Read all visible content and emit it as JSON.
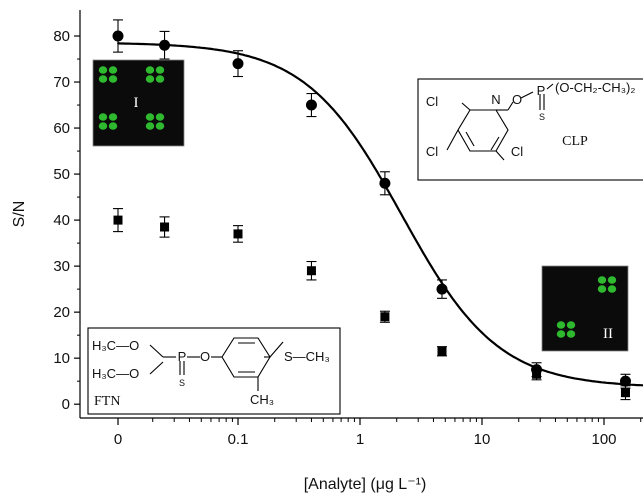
{
  "chart_data": {
    "type": "scatter",
    "xlabel": "[Analyte] (μg L⁻¹)",
    "ylabel": "S/N",
    "x_scale": "log",
    "x_ticks": [
      "0",
      "0.1",
      "1",
      "10",
      "100"
    ],
    "y_ticks": [
      "0",
      "10",
      "20",
      "30",
      "40",
      "50",
      "60",
      "70",
      "80"
    ],
    "ylim": [
      -3,
      85
    ],
    "grid": false,
    "series": [
      {
        "marker": "circle",
        "points": [
          {
            "x": "0",
            "y": 80,
            "err": 3.5
          },
          {
            "x": 0.025,
            "y": 78,
            "err": 3.0
          },
          {
            "x": 0.1,
            "y": 74,
            "err": 2.8
          },
          {
            "x": 0.4,
            "y": 65,
            "err": 2.5
          },
          {
            "x": 1.6,
            "y": 48,
            "err": 2.5
          },
          {
            "x": 4.7,
            "y": 25,
            "err": 2.0
          },
          {
            "x": 28,
            "y": 7.5,
            "err": 1.5
          },
          {
            "x": 150,
            "y": 5,
            "err": 1.5
          }
        ]
      },
      {
        "marker": "square",
        "points": [
          {
            "x": "0",
            "y": 40,
            "err": 2.5
          },
          {
            "x": 0.025,
            "y": 38.5,
            "err": 2.2
          },
          {
            "x": 0.1,
            "y": 37,
            "err": 1.8
          },
          {
            "x": 0.4,
            "y": 29,
            "err": 2.0
          },
          {
            "x": 1.6,
            "y": 19,
            "err": 1.2
          },
          {
            "x": 4.7,
            "y": 11.5,
            "err": 1.0
          },
          {
            "x": 28,
            "y": 6.5,
            "err": 1.2
          },
          {
            "x": 150,
            "y": 2.5,
            "err": 1.5
          }
        ]
      }
    ],
    "fit_curve": {
      "top": 78.6,
      "bottom": 3.6,
      "ec50": 2.2,
      "hill": 1.1
    },
    "insets": {
      "image_I": {
        "label": "I"
      },
      "image_II": {
        "label": "II"
      },
      "clp": {
        "label": "CLP",
        "cl_label": "Cl",
        "n_label": "N",
        "o_label": "O",
        "p_label": "P",
        "s_label": "S",
        "side_chain": "(O-CH₂-CH₃)₂"
      },
      "ftn": {
        "label": "FTN",
        "methoxy_1": "H₃C—O",
        "methoxy_2": "H₃C—O",
        "p_label": "P",
        "o_label": "O",
        "s_label": "S",
        "thio_group": "S—CH₃",
        "methyl": "CH₃"
      }
    },
    "colors": {
      "marker": "#000000",
      "fit_line": "#000000",
      "spot": "#33cc33",
      "image_background": "#0b0b0b"
    }
  }
}
